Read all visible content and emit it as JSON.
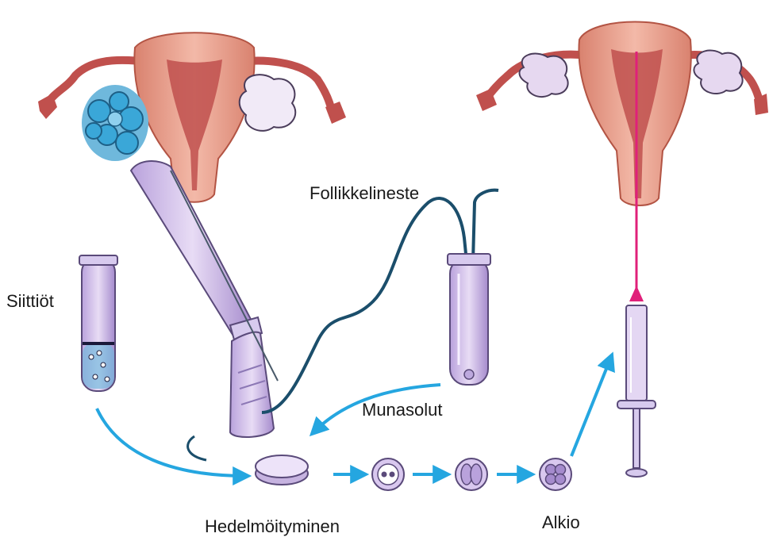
{
  "labels": {
    "follikkelineste": "Follikkelineste",
    "siittiot": "Siittiöt",
    "munasolut": "Munasolut",
    "hedelmoityminen": "Hedelmöityminen",
    "alkio": "Alkio"
  },
  "colors": {
    "uterus_outer": "#e8a090",
    "uterus_inner": "#c0504d",
    "ovary_cyst": "#e6d8f0",
    "follicle_blue": "#3aa7d8",
    "probe_purple": "#c6b3e0",
    "arrow_blue": "#25a6e0",
    "tube_dark": "#1b4e6b",
    "catheter_pink": "#e0207a"
  }
}
